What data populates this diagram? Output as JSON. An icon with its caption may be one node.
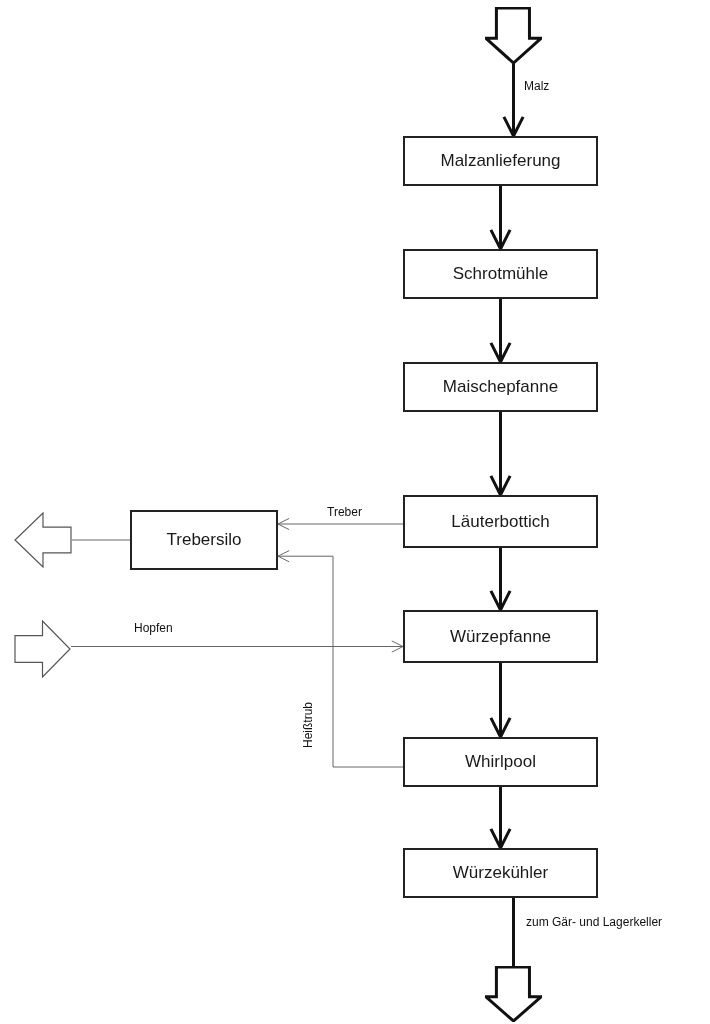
{
  "diagram": {
    "nodes": [
      {
        "text": [],
        "shape": "arrow"
      },
      {
        "text": [
          "Malzanlieferung"
        ]
      },
      {
        "text": [
          "Schrotmühle"
        ]
      },
      {
        "text": [
          "Maischepfanne"
        ]
      },
      {
        "text": [
          "Läuterbottich"
        ]
      },
      {
        "text": [
          "Trebersilo"
        ]
      },
      {
        "text": [],
        "shape": "arrow"
      },
      {
        "text": [],
        "shape": "arrow"
      },
      {
        "text": [
          "Würzepfanne"
        ]
      },
      {
        "text": [
          "Whirlpool"
        ]
      },
      {
        "text": [
          "Würzekühler"
        ]
      },
      {
        "text": [],
        "shape": "arrow"
      }
    ],
    "edges": [
      {
        "from": 0,
        "to": 1,
        "arrow": "to",
        "label": "Malz"
      },
      {
        "from": 1,
        "to": 2,
        "arrow": "to"
      },
      {
        "from": 2,
        "to": 3,
        "arrow": "to"
      },
      {
        "from": 3,
        "to": 4,
        "arrow": "to"
      },
      {
        "from": 4,
        "to": 5,
        "arrow": "to",
        "label": "Treber",
        "color": "#666666"
      },
      {
        "from": 5,
        "to": 6,
        "arrow": "none",
        "color": "#666666"
      },
      {
        "from": 7,
        "to": 8,
        "arrow": "to",
        "label": "Hopfen",
        "color": "#666666"
      },
      {
        "from": 4,
        "to": 8,
        "arrow": "to"
      },
      {
        "from": 9,
        "to": 5,
        "arrow": "to",
        "label": "Heißtrub",
        "color": "#666666"
      },
      {
        "from": 8,
        "to": 9,
        "arrow": "to"
      },
      {
        "from": 9,
        "to": 10,
        "arrow": "to"
      },
      {
        "from": 10,
        "to": 11,
        "arrow": "none",
        "label": "zum Gär- und Lagerkeller"
      }
    ]
  }
}
